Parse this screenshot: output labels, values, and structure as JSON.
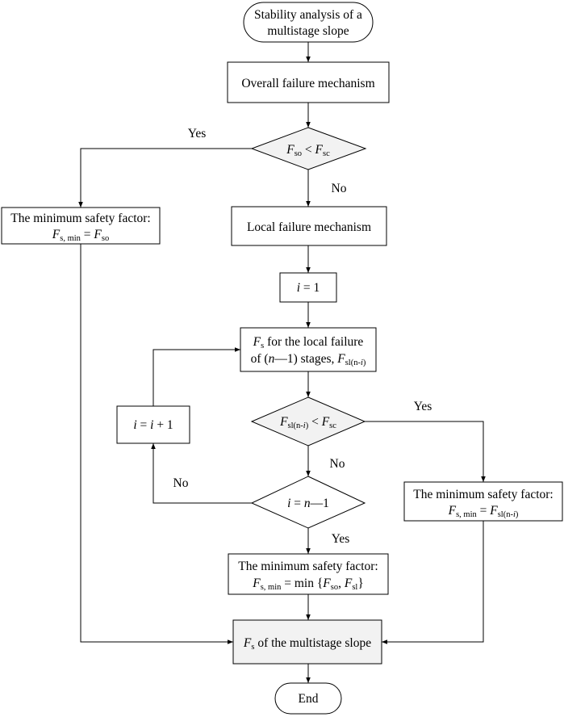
{
  "nodes": {
    "start": {
      "line1": "Stability analysis of a",
      "line2": "multistage slope"
    },
    "overall": {
      "label": "Overall failure mechanism"
    },
    "decision1": {
      "f": "F",
      "sub_a": "so",
      "op": " < ",
      "f2": "F",
      "sub_b": "sc"
    },
    "min_left": {
      "line1": "The minimum safety factor:",
      "f": "F",
      "sub_a": "s, min",
      "eq": " = ",
      "f2": "F",
      "sub_b": "so"
    },
    "local": {
      "label": "Local failure mechanism"
    },
    "init_i": {
      "i": "i",
      "rest": " = 1"
    },
    "fs_local": {
      "f": "F",
      "sub": "s",
      "line1_rest": " for the local failure",
      "line2_a": "of (",
      "n": "n",
      "line2_b": "—1) stages, ",
      "f2": "F",
      "sub2": "sl(n-",
      "sub2_i": "i",
      "sub2_end": ")"
    },
    "increment": {
      "i1": "i",
      "mid": " = ",
      "i2": "i",
      "rest": " + 1"
    },
    "decision2": {
      "f": "F",
      "sub_a": "sl(n-",
      "sub_a_i": "i",
      "sub_a_end": ")",
      "op": " < ",
      "f2": "F",
      "sub_b": "sc"
    },
    "decision3": {
      "i": "i",
      "mid": " = ",
      "n": "n",
      "rest": "—1"
    },
    "min_mid": {
      "line1": "The minimum safety factor:",
      "f": "F",
      "sub_a": "s, min",
      "eq": " = min {",
      "f2": "F",
      "sub_b": "so",
      "comma": ", ",
      "f3": "F",
      "sub_c": "sl",
      "close": "}"
    },
    "min_right": {
      "line1": "The minimum safety factor:",
      "f": "F",
      "sub_a": "s, min",
      "eq": " = ",
      "f2": "F",
      "sub_b": "sl(n-",
      "sub_b_i": "i",
      "sub_b_end": ")"
    },
    "result": {
      "f": "F",
      "sub": "s",
      "rest": " of the multistage slope"
    },
    "end": {
      "label": "End"
    }
  },
  "edge_labels": {
    "d1_yes": "Yes",
    "d1_no": "No",
    "d2_yes": "Yes",
    "d2_no": "No",
    "d3_no": "No",
    "d3_yes": "Yes"
  },
  "colors": {
    "line": "#000000",
    "decision_fill": "#f2f2f2",
    "box_fill": "#ffffff"
  }
}
